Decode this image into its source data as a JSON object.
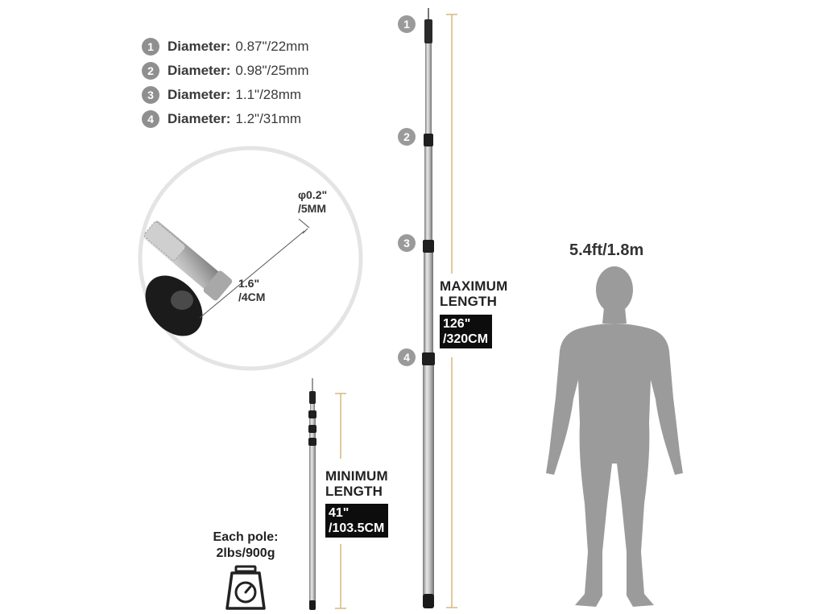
{
  "specs": [
    {
      "num": "1",
      "label": "Diameter:",
      "value": "0.87\"/22mm"
    },
    {
      "num": "2",
      "label": "Diameter:",
      "value": "0.98\"/25mm"
    },
    {
      "num": "3",
      "label": "Diameter:",
      "value": "1.1\"/28mm"
    },
    {
      "num": "4",
      "label": "Diameter:",
      "value": "1.2\"/31mm"
    }
  ],
  "pole_sections": [
    "1",
    "2",
    "3",
    "4"
  ],
  "detail": {
    "tip_diameter": "φ0.2\"",
    "tip_diameter_metric": "/5MM",
    "tip_length": "1.6\"",
    "tip_length_metric": "/4CM"
  },
  "maximum": {
    "line1": "MAXIMUM",
    "line2": "LENGTH",
    "value1": "126\"",
    "value2": "/320CM"
  },
  "minimum": {
    "line1": "MINIMUM",
    "line2": "LENGTH",
    "value1": "41\"",
    "value2": "/103.5CM"
  },
  "weight": {
    "line1": "Each pole:",
    "line2": "2lbs/900g"
  },
  "human": {
    "height": "5.4ft/1.8m"
  },
  "colors": {
    "badge": "#8f8f8f",
    "guide_line": "#d9b77c",
    "figure": "#9a9a9a",
    "label_block": "#0d0d0d"
  },
  "icons": [
    "scale-icon",
    "human-silhouette"
  ]
}
